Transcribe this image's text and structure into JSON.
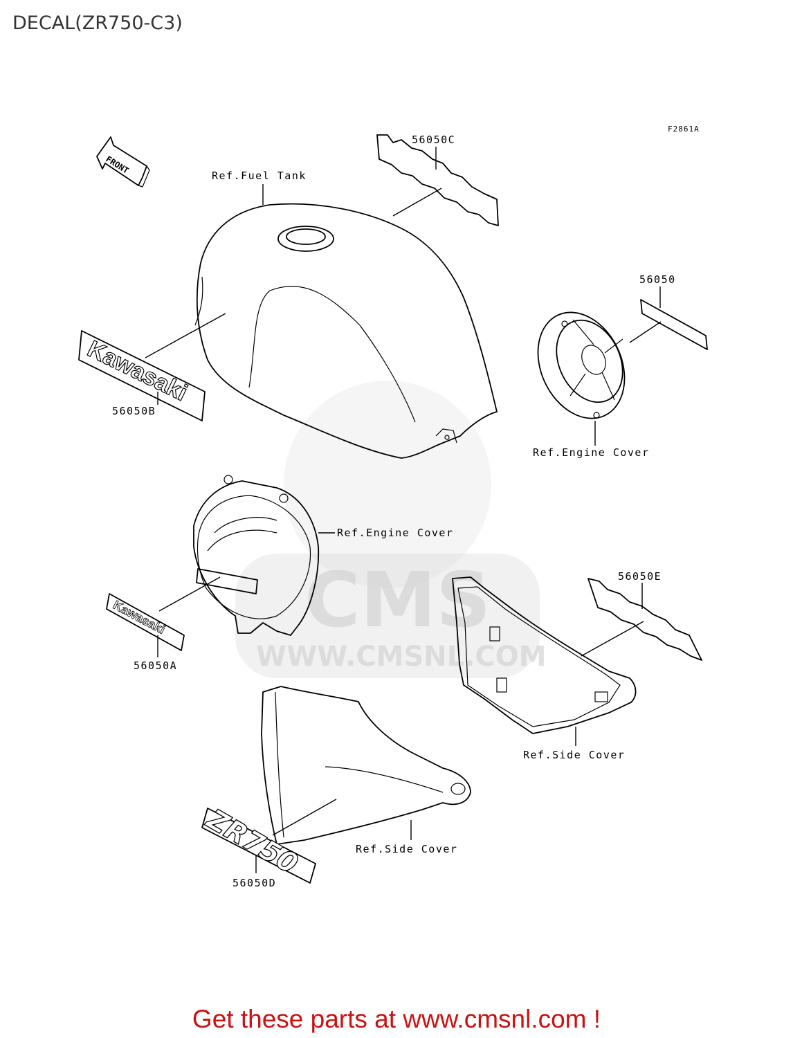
{
  "page_title": "DECAL(ZR750-C3)",
  "figure_code": "F2861A",
  "front_arrow_label": "FRONT",
  "callouts": {
    "ref_fuel_tank": "Ref.Fuel Tank",
    "part_56050C": "56050C",
    "part_56050": "56050",
    "part_56050B": "56050B",
    "ref_engine_cover_upper": "Ref.Engine Cover",
    "ref_engine_cover_lower": "Ref.Engine Cover",
    "part_56050E": "56050E",
    "part_56050A": "56050A",
    "ref_side_cover_right": "Ref.Side Cover",
    "ref_side_cover_left": "Ref.Side Cover",
    "part_56050D": "56050D"
  },
  "decal_texts": {
    "kawasaki_large": "Kawasaki",
    "kawasaki_small": "Kawasaki",
    "zr750": "ZR750"
  },
  "watermark": {
    "brand": "CMS",
    "url": "WWW.CMSNL.COM"
  },
  "footer_text": "Get these parts at www.cmsnl.com !",
  "colors": {
    "footer": "#cc1111",
    "title": "#333333",
    "linework": "#000000",
    "watermark": "#d8d8d8"
  }
}
